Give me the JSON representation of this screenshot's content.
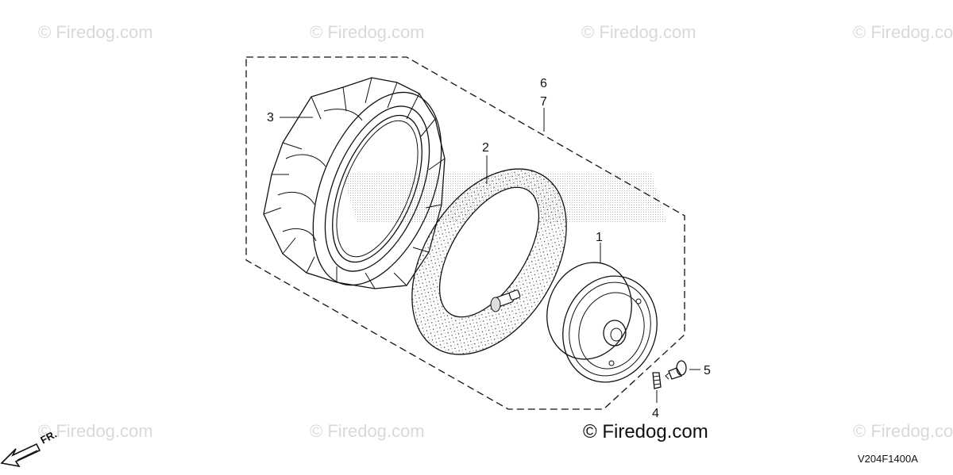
{
  "watermarks": {
    "top": [
      "© Firedog.com",
      "© Firedog.com",
      "© Firedog.com",
      "© Firedog.com"
    ],
    "bottom": [
      "© Firedog.com",
      "© Firedog.com",
      "© Firedog.com"
    ]
  },
  "callouts": {
    "rim": "1",
    "tube": "2",
    "tire": "3",
    "valve_cap": "4",
    "bolt": "5",
    "assembly_a": "6",
    "assembly_b": "7"
  },
  "copyright": "© Firedog.com",
  "diagram_code": "V204F1400A",
  "front_arrow_label": "FR.",
  "parts": [
    {
      "ref": "1",
      "part": "rim-icon"
    },
    {
      "ref": "2",
      "part": "inner-tube-icon"
    },
    {
      "ref": "3",
      "part": "tire-icon"
    },
    {
      "ref": "4",
      "part": "valve-cap-icon"
    },
    {
      "ref": "5",
      "part": "bolt-icon"
    }
  ]
}
